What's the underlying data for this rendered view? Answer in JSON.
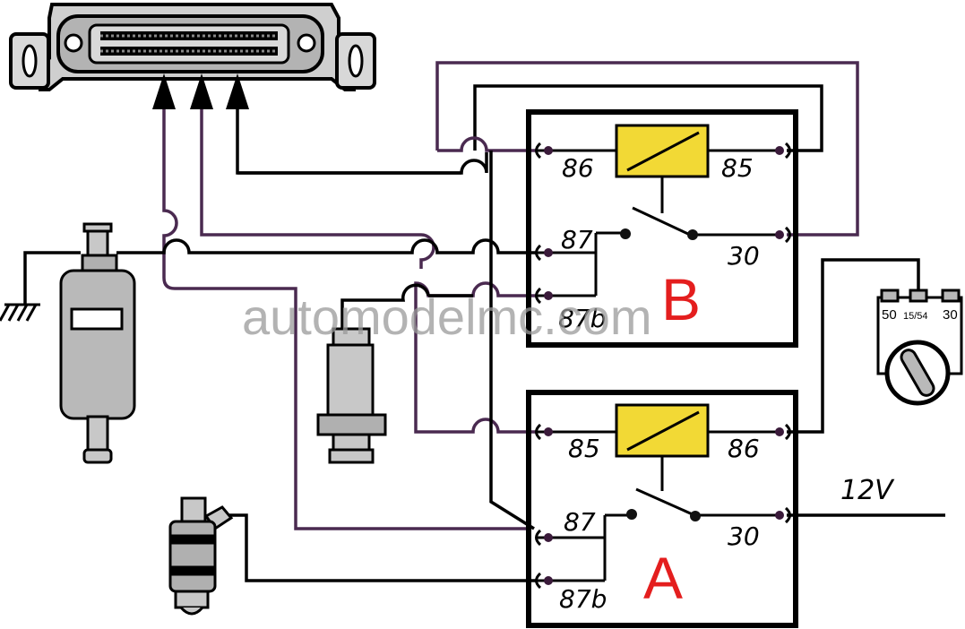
{
  "relay_b": {
    "letter": "B",
    "pins": {
      "p86": "86",
      "p85": "85",
      "p87": "87",
      "p30": "30",
      "p87b": "87b"
    }
  },
  "relay_a": {
    "letter": "A",
    "pins": {
      "p85": "85",
      "p86": "86",
      "p87": "87",
      "p30": "30",
      "p87b": "87b"
    }
  },
  "ignition_switch": {
    "t50": "50",
    "t1554": "15/54",
    "t30": "30"
  },
  "supply_label": "12V",
  "watermark": "automodelmc.com",
  "colors": {
    "wire_purple": "#4a2a50",
    "coil_yellow": "#f2d935",
    "relay_letter_red": "#e41e1e",
    "component_gray": "#b9b9b9"
  }
}
